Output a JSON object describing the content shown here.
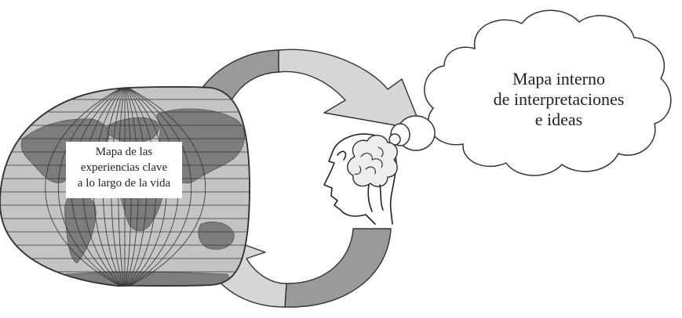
{
  "globe_label": {
    "line1": "Mapa de las",
    "line2": "experiencias clave",
    "line3": "a lo largo de la vida"
  },
  "cloud_label": {
    "line1": "Mapa interno",
    "line2": "de interpretaciones",
    "line3": "e ideas"
  },
  "colors": {
    "arrow_dark": "#9a9a9a",
    "arrow_light": "#d6d6d6",
    "globe_fill": "#c4c4c4",
    "land_fill": "#7d7d7d",
    "stroke": "#333333"
  },
  "icons": [
    "globe-icon",
    "thought-cloud-icon",
    "head-brain-icon",
    "cycle-arrow-icon"
  ]
}
